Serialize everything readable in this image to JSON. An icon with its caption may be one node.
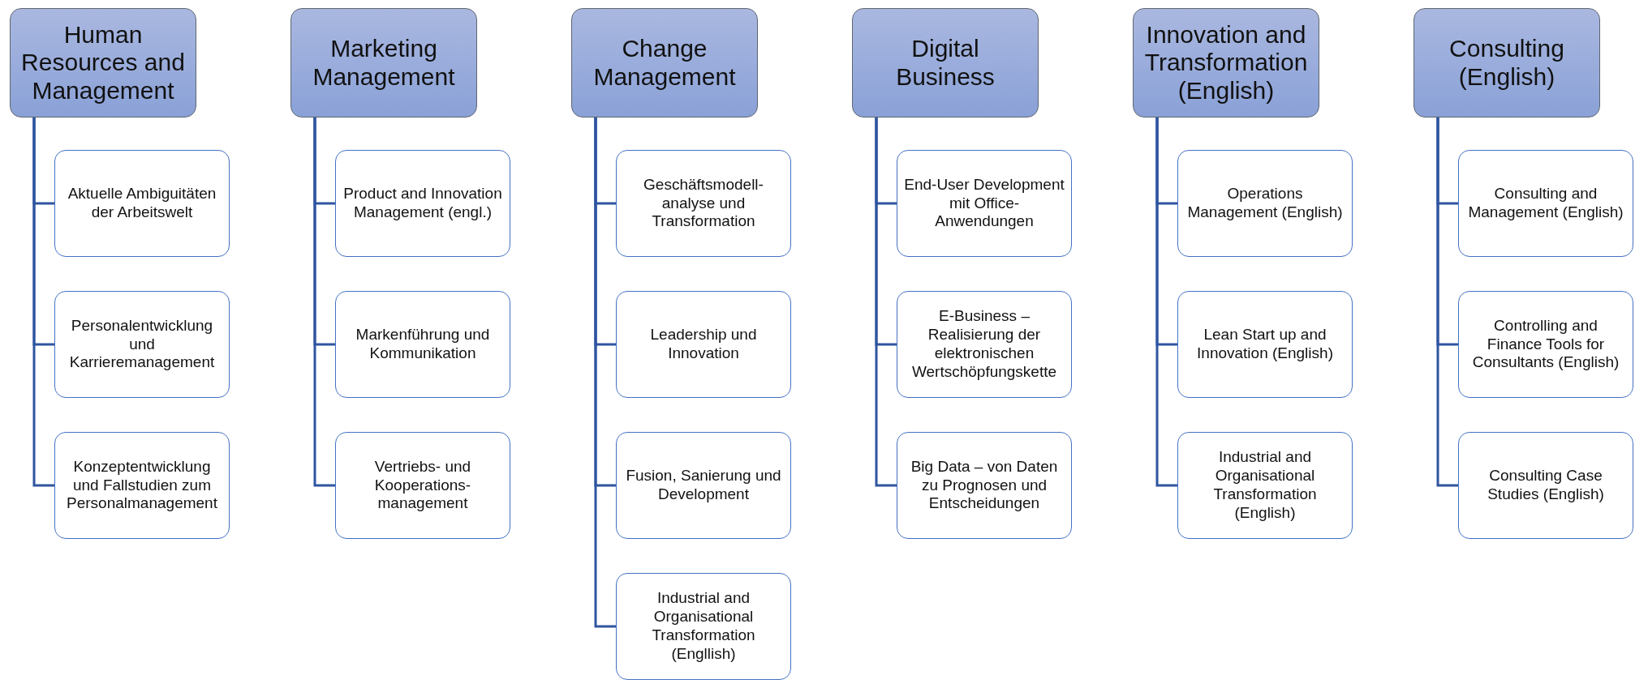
{
  "diagram": {
    "nodes": [
      {
        "text": [
          "Human Resources and Management"
        ]
      },
      {
        "text": [
          "Aktuelle Ambiguitäten der Arbeitswelt"
        ]
      },
      {
        "text": [
          "Personalentwicklung und Karrieremanagement"
        ]
      },
      {
        "text": [
          "Konzeptentwicklung und Fallstudien zum Personalmanagement"
        ]
      },
      {
        "text": [
          "Marketing Management"
        ]
      },
      {
        "text": [
          "Product and Innovation Management (engl.)"
        ]
      },
      {
        "text": [
          "Markenführung und Kommunikation"
        ]
      },
      {
        "text": [
          "Vertriebs- und Kooperations-management"
        ]
      },
      {
        "text": [
          "Change Management"
        ]
      },
      {
        "text": [
          "Geschäftsmodell-analyse und Transformation"
        ]
      },
      {
        "text": [
          "Leadership und Innovation"
        ]
      },
      {
        "text": [
          "Fusion, Sanierung und Development"
        ]
      },
      {
        "text": [
          "Industrial and Organisational Transformation (Engllish)"
        ]
      },
      {
        "text": [
          "Digital Business"
        ]
      },
      {
        "text": [
          "End-User Development mit Office-Anwendungen"
        ]
      },
      {
        "text": [
          "E-Business – Realisierung der elektronischen Wertschöpfungskette"
        ]
      },
      {
        "text": [
          "Big Data – von Daten zu Prognosen und Entscheidungen"
        ]
      },
      {
        "text": [
          "Innovation and Transformation (English)"
        ]
      },
      {
        "text": [
          "Operations Management (English)"
        ]
      },
      {
        "text": [
          "Lean Start up and Innovation (English)"
        ]
      },
      {
        "text": [
          "Industrial and Organisational Transformation (English)"
        ]
      },
      {
        "text": [
          "Consulting (English)"
        ]
      },
      {
        "text": [
          "Consulting and Management (English)"
        ]
      },
      {
        "text": [
          "Controlling and Finance Tools for Consultants (English)"
        ]
      },
      {
        "text": [
          "Consulting Case Studies (English)"
        ]
      }
    ],
    "edges": [
      {
        "from": 0,
        "to": 1,
        "arrow": "none"
      },
      {
        "from": 0,
        "to": 2,
        "arrow": "none"
      },
      {
        "from": 0,
        "to": 3,
        "arrow": "none"
      },
      {
        "from": 4,
        "to": 5,
        "arrow": "none"
      },
      {
        "from": 4,
        "to": 6,
        "arrow": "none"
      },
      {
        "from": 4,
        "to": 7,
        "arrow": "none"
      },
      {
        "from": 8,
        "to": 9,
        "arrow": "none"
      },
      {
        "from": 8,
        "to": 10,
        "arrow": "none"
      },
      {
        "from": 8,
        "to": 11,
        "arrow": "none"
      },
      {
        "from": 8,
        "to": 12,
        "arrow": "none"
      },
      {
        "from": 13,
        "to": 14,
        "arrow": "none"
      },
      {
        "from": 13,
        "to": 15,
        "arrow": "none"
      },
      {
        "from": 13,
        "to": 16,
        "arrow": "none"
      },
      {
        "from": 17,
        "to": 18,
        "arrow": "none"
      },
      {
        "from": 17,
        "to": 19,
        "arrow": "none"
      },
      {
        "from": 17,
        "to": 20,
        "arrow": "none"
      },
      {
        "from": 21,
        "to": 22,
        "arrow": "none"
      },
      {
        "from": 21,
        "to": 23,
        "arrow": "none"
      },
      {
        "from": 21,
        "to": 24,
        "arrow": "none"
      }
    ]
  }
}
